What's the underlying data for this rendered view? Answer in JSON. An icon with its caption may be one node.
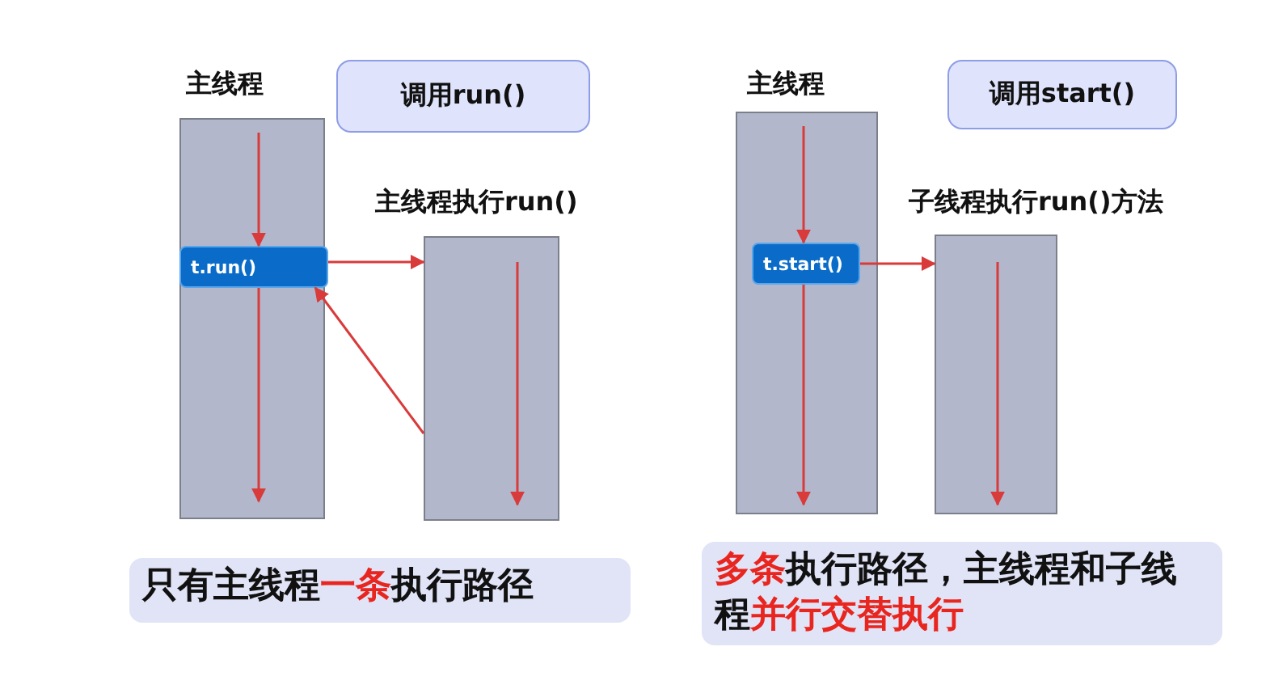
{
  "diagram": {
    "nodes": [
      {
        "text": [
          "主线程"
        ]
      },
      {
        "text": [
          "t.run()"
        ],
        "in": 0
      },
      {
        "text": [
          "主线程执行run()"
        ]
      },
      {
        "text": [
          "调用run()"
        ]
      },
      {
        "text": [
          "主线程"
        ]
      },
      {
        "text": [
          "t.start()"
        ],
        "in": 4
      },
      {
        "text": [
          "子线程执行run()方法"
        ]
      },
      {
        "text": [
          "调用start()"
        ]
      },
      {
        "text": [
          "只有主线程**一条**执行路径"
        ]
      },
      {
        "text": [
          "**多条**执行路径，主线程和子线程**并行交替执行**"
        ]
      }
    ],
    "edges": [
      {
        "from": null,
        "to": 1,
        "arrow": "to"
      },
      {
        "from": 1,
        "to": null,
        "arrow": "to"
      },
      {
        "from": 1,
        "to": 2,
        "arrow": "to"
      },
      {
        "from": 2,
        "to": 1,
        "arrow": "to"
      },
      {
        "from": null,
        "to": 5,
        "arrow": "to"
      },
      {
        "from": 5,
        "to": null,
        "arrow": "to"
      },
      {
        "from": 5,
        "to": 6,
        "arrow": "to"
      }
    ]
  }
}
